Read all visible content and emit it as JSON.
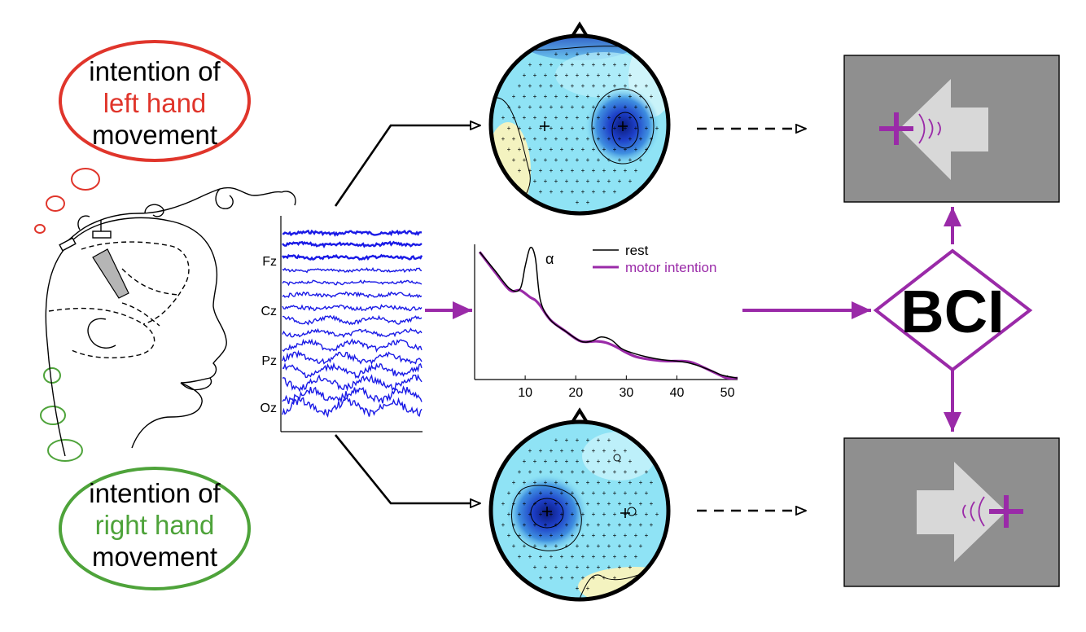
{
  "thoughts": {
    "left": {
      "line1": "intention of",
      "line2": "left hand",
      "line3": "movement"
    },
    "right": {
      "line1": "intention of",
      "line2": "right hand",
      "line3": "movement"
    }
  },
  "eeg": {
    "channels": [
      "Fz",
      "Cz",
      "Pz",
      "Oz"
    ]
  },
  "spectrum": {
    "x_ticks": [
      "10",
      "20",
      "30",
      "40",
      "50"
    ],
    "peak_label": "α",
    "legend": [
      {
        "name": "rest",
        "color": "#000000"
      },
      {
        "name": "motor intention",
        "color": "#9a2aa8"
      }
    ]
  },
  "chart_data": {
    "type": "line",
    "xlabel": "",
    "ylabel": "",
    "xlim": [
      0,
      52
    ],
    "x_ticks": [
      10,
      20,
      30,
      40,
      50
    ],
    "series": [
      {
        "name": "rest",
        "color": "#000000",
        "x": [
          1,
          4,
          7,
          9,
          10,
          11,
          12,
          13,
          15,
          18,
          21,
          23,
          25,
          27,
          29,
          31,
          34,
          37,
          40,
          42,
          44,
          47,
          49,
          52
        ],
        "y": [
          0.9,
          0.77,
          0.64,
          0.64,
          0.8,
          0.93,
          0.86,
          0.56,
          0.42,
          0.34,
          0.27,
          0.27,
          0.3,
          0.28,
          0.22,
          0.19,
          0.16,
          0.14,
          0.13,
          0.12,
          0.1,
          0.06,
          0.03,
          0.01
        ]
      },
      {
        "name": "motor intention",
        "color": "#9a2aa8",
        "x": [
          1,
          4,
          7,
          9,
          11,
          12,
          13,
          15,
          18,
          21,
          24,
          26,
          28,
          30,
          32,
          35,
          38,
          41,
          43,
          45,
          48,
          50,
          52
        ],
        "y": [
          0.9,
          0.76,
          0.63,
          0.63,
          0.58,
          0.56,
          0.52,
          0.42,
          0.34,
          0.27,
          0.27,
          0.26,
          0.23,
          0.19,
          0.16,
          0.14,
          0.13,
          0.13,
          0.12,
          0.09,
          0.04,
          0.01,
          0.01
        ]
      }
    ]
  },
  "bci": {
    "label": "BCI"
  },
  "colors": {
    "left": "#e0352b",
    "right": "#4ea33a",
    "eeg": "#1a1ae6",
    "purple": "#9a2aa8",
    "screen": "#8f8f8f",
    "arrow_gray": "#d8d8d8"
  },
  "icons": [
    "head-outline-icon",
    "electrode-icon",
    "topomap-icon",
    "left-arrow-icon",
    "right-arrow-icon",
    "crosshair-icon",
    "sound-wave-icon"
  ]
}
